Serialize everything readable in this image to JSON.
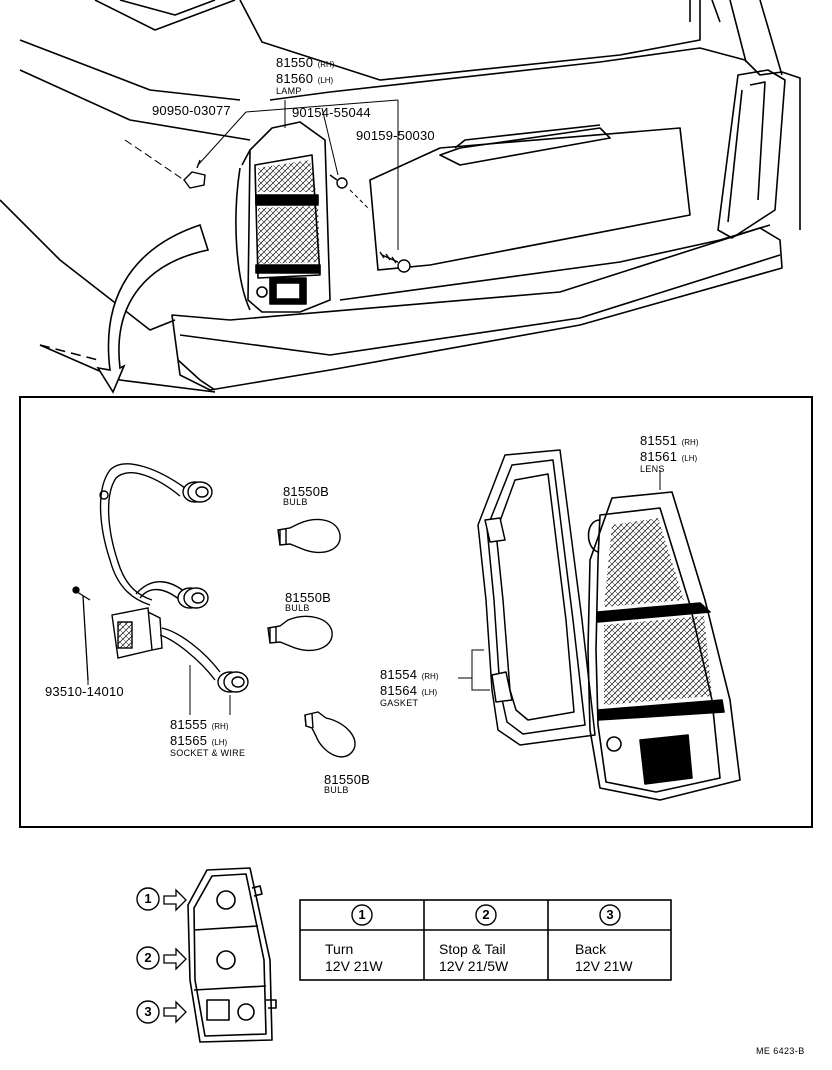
{
  "top_assembly": {
    "lamp": {
      "pn_rh": "81550",
      "pn_lh": "81560",
      "suffix_rh": "(RH)",
      "suffix_lh": "(LH)",
      "name": "LAMP"
    },
    "part_a": "90950-03077",
    "part_b": "90154-55044",
    "part_c": "90159-50030"
  },
  "exploded": {
    "lens": {
      "pn_rh": "81551",
      "pn_lh": "81561",
      "suffix_rh": "(RH)",
      "suffix_lh": "(LH)",
      "name": "LENS"
    },
    "gasket": {
      "pn_rh": "81554",
      "pn_lh": "81564",
      "suffix_rh": "(RH)",
      "suffix_lh": "(LH)",
      "name": "GASKET"
    },
    "bulb_1": {
      "pn": "81550B",
      "name": "BULB"
    },
    "bulb_2": {
      "pn": "81550B",
      "name": "BULB"
    },
    "bulb_3": {
      "pn": "81550B",
      "name": "BULB"
    },
    "screw": {
      "pn": "93510-14010"
    },
    "socket": {
      "pn_rh": "81555",
      "pn_lh": "81565",
      "suffix_rh": "(RH)",
      "suffix_lh": "(LH)",
      "name": "SOCKET & WIRE"
    }
  },
  "bulb_table": {
    "markers": [
      "①",
      "②",
      "③"
    ],
    "columns": [
      {
        "num": "①",
        "function": "Turn",
        "spec": "12V  21W"
      },
      {
        "num": "②",
        "function": "Stop & Tail",
        "spec": "12V  21/5W"
      },
      {
        "num": "③",
        "function": "Back",
        "spec": "12V  21W"
      }
    ]
  },
  "footer_code": "ME  6423-B"
}
